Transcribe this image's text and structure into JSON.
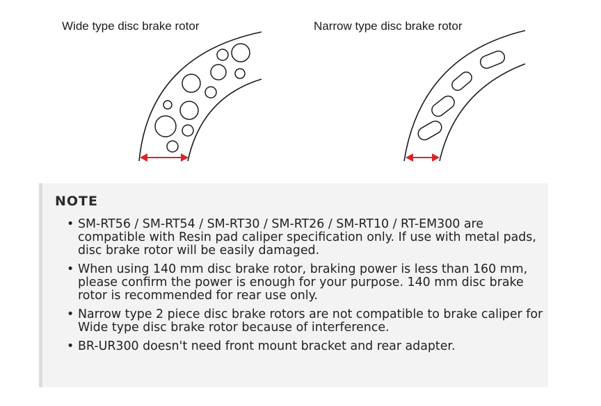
{
  "figures": {
    "wide": {
      "caption": "Wide type disc brake rotor"
    },
    "narrow": {
      "caption": "Narrow type disc brake rotor"
    },
    "colors": {
      "outline": "#1a1a1a",
      "arrow": "#d9252a"
    }
  },
  "note": {
    "heading": "NOTE",
    "bullet": "•",
    "items": [
      "SM-RT56 / SM-RT54 / SM-RT30 / SM-RT26 / SM-RT10 / RT-EM300 are compatible with Resin pad caliper specification only. If use with metal pads, disc brake rotor will be easily damaged.",
      "When using 140 mm disc brake rotor, braking power is less than 160 mm, please confirm the power is enough for your purpose. 140 mm disc brake rotor is recommended for rear use only.",
      "Narrow type 2 piece disc brake rotors are not compatible to brake caliper for Wide type disc brake rotor because of interference.",
      "BR-UR300 doesn't need front mount bracket and rear adapter."
    ],
    "colors": {
      "panel": "#f3f3f3",
      "border": "#dcdcdc"
    }
  }
}
